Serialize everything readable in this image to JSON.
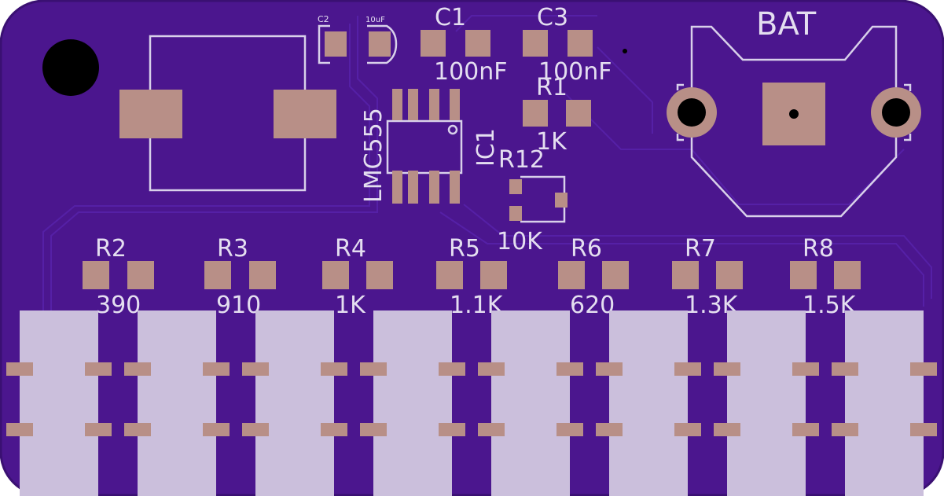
{
  "colors": {
    "board": "#4b168e",
    "board_edge": "#3d1178",
    "silkscreen": "#dcd4ec",
    "copper_pad": "#b88f87",
    "finger": "#cbbfdc",
    "hole": "#000000"
  },
  "labels": {
    "c2": "C2",
    "c2_value": "10uF",
    "c1": "C1",
    "c1_value": "100nF",
    "c3": "C3",
    "c3_value": "100nF",
    "r1": "R1",
    "r1_value": "1K",
    "ic1": "IC1",
    "ic1_part": "LMC555",
    "r12": "R12",
    "r12_value": "10K",
    "bat": "BAT"
  },
  "resistors": [
    {
      "ref": "R2",
      "value": "390"
    },
    {
      "ref": "R3",
      "value": "910"
    },
    {
      "ref": "R4",
      "value": "1K"
    },
    {
      "ref": "R5",
      "value": "1.1K"
    },
    {
      "ref": "R6",
      "value": "620"
    },
    {
      "ref": "R7",
      "value": "1.3K"
    },
    {
      "ref": "R8",
      "value": "1.5K"
    }
  ]
}
